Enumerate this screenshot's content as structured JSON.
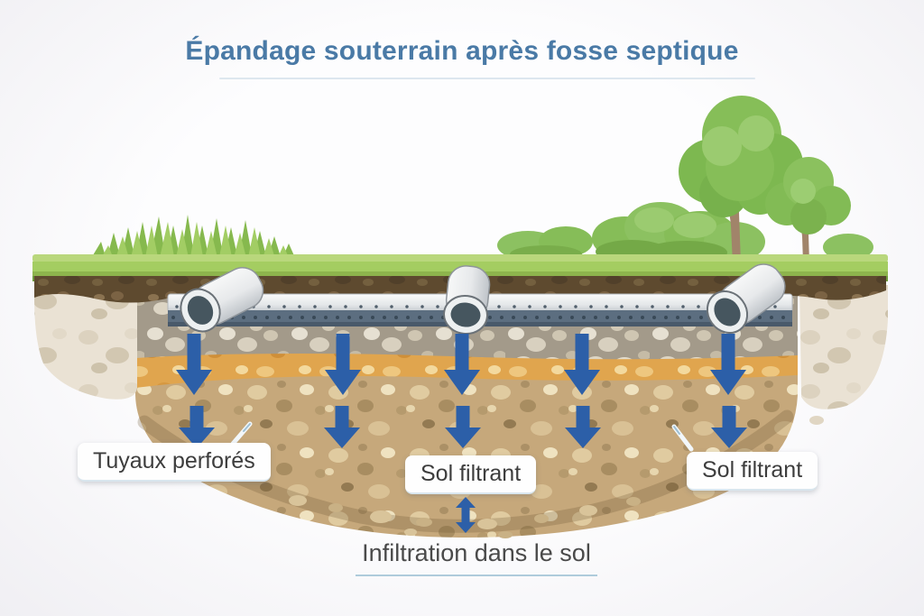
{
  "title": {
    "text": "Épandage souterrain après fosse septique"
  },
  "labels": {
    "perforated_pipes": "Tuyaux perforés",
    "filter_soil_center": "Sol filtrant",
    "filter_soil_right": "Sol filtrant",
    "infiltration_caption": "Infiltration dans le sol"
  },
  "colors": {
    "title_blue": "#4a7aa6",
    "arrow_blue": "#2c5fa8",
    "arrow_blue_dark": "#24508f",
    "grass_green": "#a4cd61",
    "grass_dark_edge": "#6f9a3c",
    "topsoil_brown": "#5e4a2f",
    "gravel_gray": "#a39a8a",
    "sand_orange": "#e0a54e",
    "soil_tan": "#c6a87b",
    "pale_soil": "#eae2d4",
    "pipe_white": "#f5f6f7",
    "pipe_slate": "#5c6e80",
    "label_text": "#3d3d3d",
    "background": "#f4f3f6"
  }
}
